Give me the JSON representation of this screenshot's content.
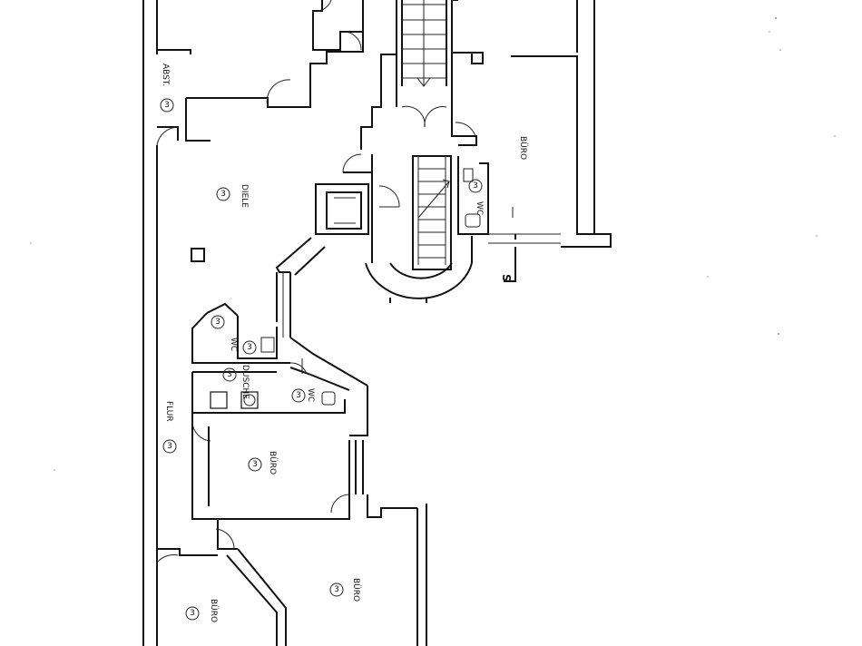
{
  "labels": {
    "abst": "ABST.",
    "diele": "DIELE",
    "buero_top": "BÜRO",
    "flur": "FLUR",
    "dusche": "DUSCHE",
    "wc_1": "WC",
    "wc_2": "WC",
    "wc_3": "WC",
    "buero_mid": "BÜRO",
    "buero_right": "BÜRO",
    "buero_bottom": "BÜRO",
    "section_mark": "S"
  },
  "room_numbers": {
    "abst": "3",
    "diele": "3",
    "flur": "3",
    "wc_top": "3",
    "wc_small": "3",
    "wc_right": "3",
    "wc_stair": "3",
    "dusche": "3",
    "buero_mid": "3",
    "buero_right": "3",
    "buero_bottom": "3"
  },
  "colors": {
    "line": "#111111",
    "paper": "#ffffff"
  }
}
